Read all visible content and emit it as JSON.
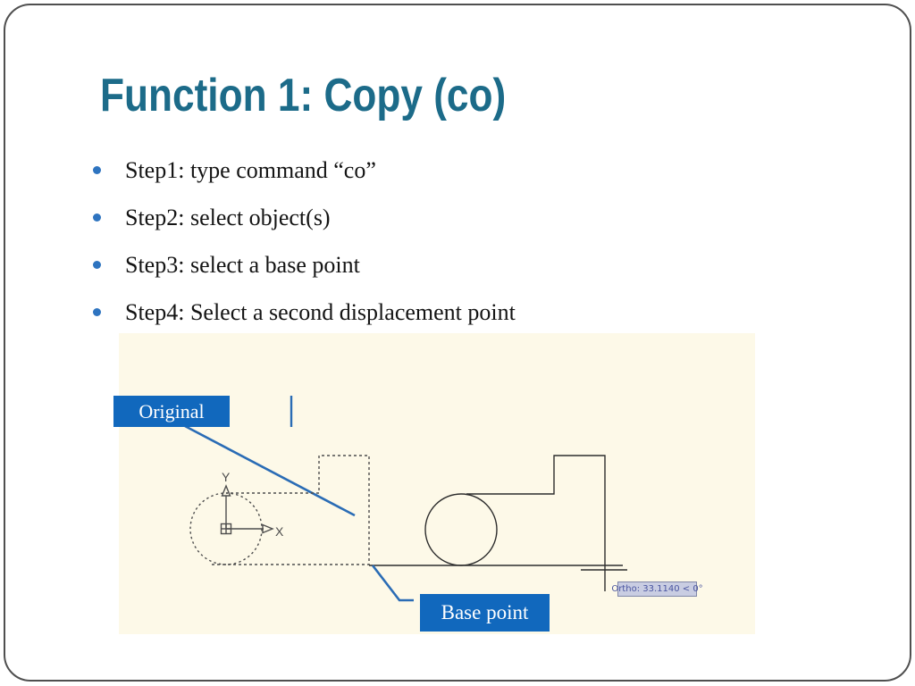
{
  "slide": {
    "title": "Function 1: Copy (co)",
    "title_color": "#1c6b89",
    "bullet_color": "#2e74c0",
    "bullets": [
      {
        "label": "Step1: type command “co”"
      },
      {
        "label": "Step2: select object(s)"
      },
      {
        "label": "Step3: select a base point"
      },
      {
        "label": "Step4: Select a second displacement point"
      }
    ]
  },
  "figure": {
    "background": "#fdf9e8",
    "callout_bg": "#1168bd",
    "original_label": "Original",
    "base_point_label": "Base point",
    "axis_x_label": "X",
    "axis_y_label": "Y",
    "tooltip": {
      "text": "Ortho: 33.1140 < 0°",
      "bg": "#c9cde2",
      "border": "#8087a8",
      "text_color": "#4a55a0"
    }
  }
}
